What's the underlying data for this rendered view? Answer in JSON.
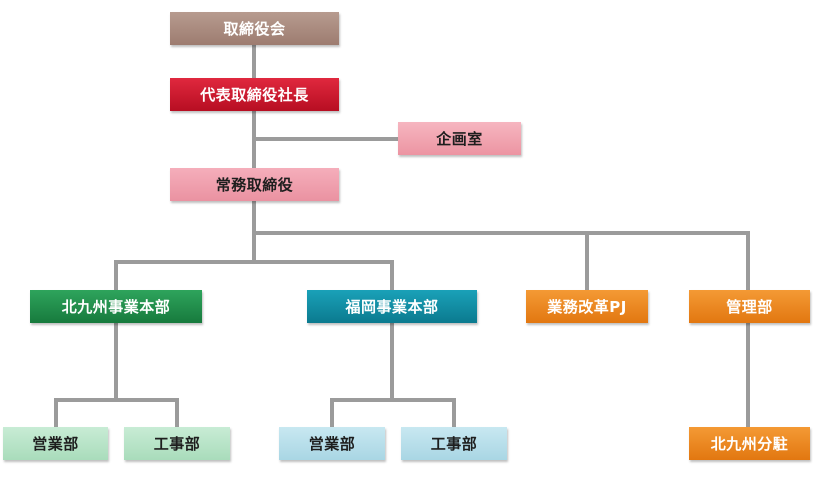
{
  "org_chart": {
    "board": "取締役会",
    "ceo": "代表取締役社長",
    "planning_office": "企画室",
    "managing_director": "常務取締役",
    "divisions": {
      "kitakyushu": {
        "label": "北九州事業本部",
        "sales": "営業部",
        "construction": "工事部"
      },
      "fukuoka": {
        "label": "福岡事業本部",
        "sales": "営業部",
        "construction": "工事部"
      },
      "business_reform": "業務改革PJ",
      "administration": {
        "label": "管理部",
        "branch": "北九州分駐"
      }
    }
  },
  "colors": {
    "connector": "#9b9b9b",
    "board": "#a8877b",
    "ceo": "#cc1a2f",
    "pink": "#f0a2ae",
    "green": "#20904b",
    "teal": "#118ea4",
    "orange": "#eb8620",
    "light_green": "#b8e4c8",
    "light_blue": "#b8dfeb"
  }
}
